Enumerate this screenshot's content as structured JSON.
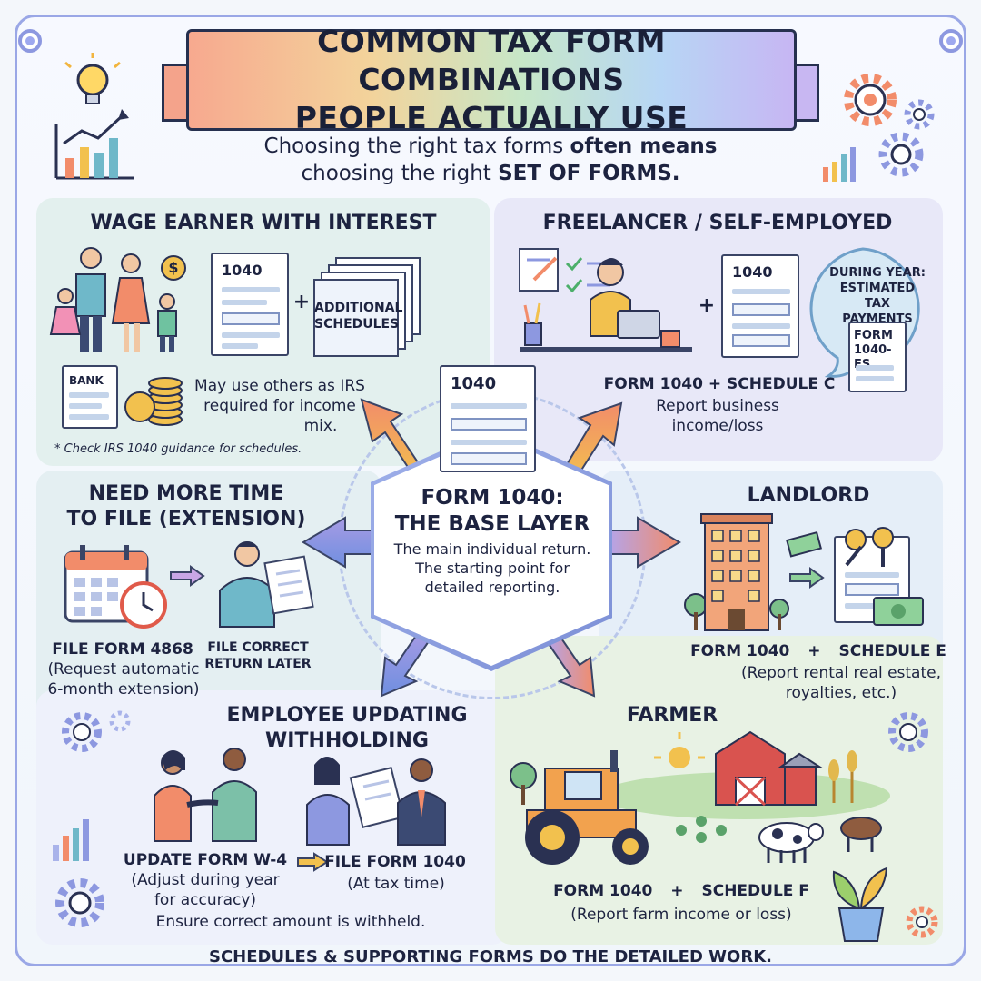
{
  "title": {
    "line1": "COMMON TAX FORM COMBINATIONS",
    "line2": "PEOPLE ACTUALLY USE"
  },
  "subtitle": {
    "part1": "Choosing the right tax forms ",
    "part1_bold": "often means",
    "part2": "choosing the right ",
    "part2_bold": "SET OF FORMS."
  },
  "center": {
    "doc_label": "1040",
    "title_line1": "FORM 1040:",
    "title_line2": "THE BASE LAYER",
    "desc_line1": "The main individual return.",
    "desc_line2": "The starting point for",
    "desc_line3": "detailed reporting."
  },
  "wage": {
    "title": "WAGE EARNER WITH INTEREST",
    "doc_label": "1040",
    "plus": "+",
    "schedules_line1": "ADDITIONAL",
    "schedules_line2": "SCHEDULES",
    "bank_label": "BANK",
    "coin_symbol": "$",
    "note_line1": "May use others as IRS",
    "note_line2": "required for income",
    "note_line3": "mix.",
    "footnote": "* Check IRS 1040 guidance for schedules."
  },
  "freelancer": {
    "title": "FREELANCER / SELF-EMPLOYED",
    "doc_label": "1040",
    "plus": "+",
    "bubble_line1": "DURING YEAR:",
    "bubble_line2": "ESTIMATED TAX",
    "bubble_line3": "PAYMENTS",
    "es_line1": "FORM",
    "es_line2": "1040-ES",
    "combo": "FORM 1040 + SCHEDULE C",
    "desc_line1": "Report business",
    "desc_line2": "income/loss"
  },
  "extension": {
    "title_line1": "NEED MORE TIME",
    "title_line2": "TO FILE (EXTENSION)",
    "form_label": "FILE FORM 4868",
    "form_desc1": "(Request automatic",
    "form_desc2": "6-month extension)",
    "later_line1": "FILE CORRECT",
    "later_line2": "RETURN LATER"
  },
  "landlord": {
    "title": "LANDLORD",
    "combo_left": "FORM 1040",
    "plus": "+",
    "combo_right": "SCHEDULE E",
    "desc_line1": "(Report rental real estate,",
    "desc_line2": "royalties, etc.)"
  },
  "employee": {
    "title_line1": "EMPLOYEE UPDATING",
    "title_line2": "WITHHOLDING",
    "step1_title": "UPDATE FORM W-4",
    "step1_desc1": "(Adjust during year",
    "step1_desc2": "for accuracy)",
    "step2_title": "FILE FORM 1040",
    "step2_desc": "(At tax time)",
    "note": "Ensure correct amount is withheld."
  },
  "farmer": {
    "title": "FARMER",
    "combo_left": "FORM 1040",
    "plus": "+",
    "combo_right": "SCHEDULE F",
    "desc": "(Report farm income or loss)"
  },
  "footer": "SCHEDULES & SUPPORTING FORMS DO THE DETAILED WORK.",
  "colors": {
    "border": "#9aa7e6",
    "ink": "#1d2340",
    "coral": "#f28c6a",
    "gold": "#f2c14e",
    "teal": "#6fb8c9",
    "lavender": "#a79be4"
  }
}
